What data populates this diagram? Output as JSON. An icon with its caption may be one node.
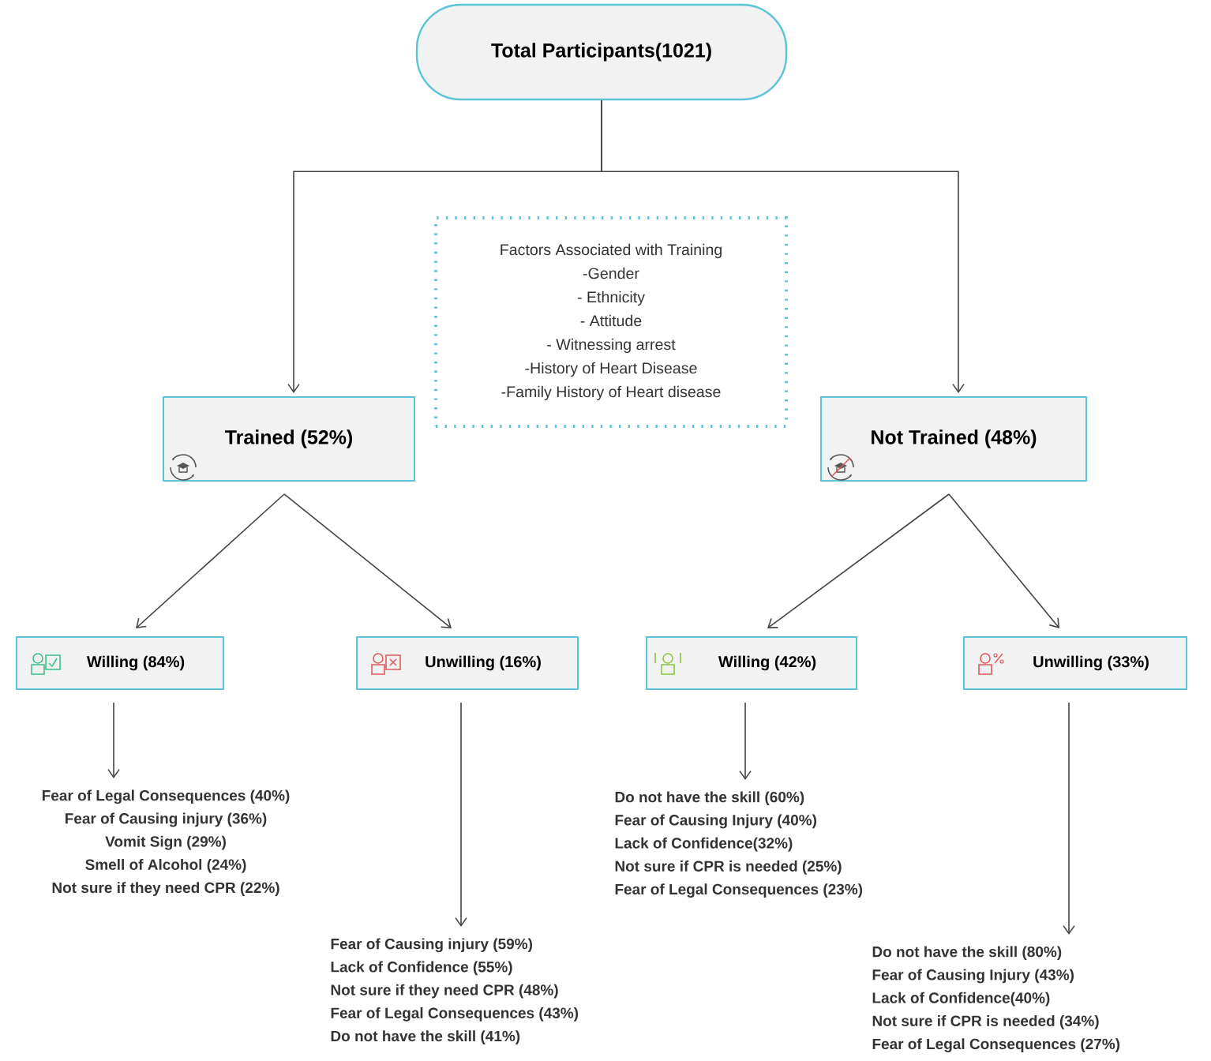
{
  "diagram": {
    "nodes": [
      {
        "text": [
          "Total Participants(1021)"
        ]
      },
      {
        "text": [
          "Factors Associated with Training",
          "-Gender",
          "- Ethnicity",
          "- Attitude",
          "- Witnessing arrest",
          "-History of Heart Disease",
          "-Family History of Heart disease"
        ]
      },
      {
        "text": [
          "Trained (52%)"
        ]
      },
      {
        "text": [
          "Not Trained (48%)"
        ]
      },
      {
        "text": [
          "Willing (84%)"
        ]
      },
      {
        "text": [
          "Unwilling (16%)"
        ]
      },
      {
        "text": [
          "Willing (42%)"
        ]
      },
      {
        "text": [
          "Unwilling (33%)"
        ]
      },
      {
        "text": [
          "Fear of Legal Consequences (40%)",
          "Fear of Causing injury (36%)",
          "Vomit Sign (29%)",
          "Smell of Alcohol (24%)",
          "Not sure if they need CPR (22%)"
        ]
      },
      {
        "text": [
          "Fear of Causing injury (59%)",
          "Lack of Confidence (55%)",
          "Not sure if they need CPR (48%)",
          "Fear of Legal Consequences (43%)",
          "Do not have the skill (41%)"
        ]
      },
      {
        "text": [
          "Do not have the skill (60%)",
          "Fear of Causing Injury (40%)",
          "Lack of Confidence(32%)",
          "Not sure if CPR is needed (25%)",
          "Fear of Legal Consequences (23%)"
        ]
      },
      {
        "text": [
          "Do not have the skill (80%)",
          "Fear of Causing Injury (43%)",
          "Lack of Confidence(40%)",
          "Not sure if CPR is needed (34%)",
          "Fear of Legal Consequences (27%)"
        ]
      }
    ],
    "edges": [
      {
        "from": 0,
        "to": 2,
        "arrow": "to"
      },
      {
        "from": 0,
        "to": 3,
        "arrow": "to"
      },
      {
        "from": 2,
        "to": 4,
        "arrow": "to"
      },
      {
        "from": 2,
        "to": 5,
        "arrow": "to"
      },
      {
        "from": 3,
        "to": 6,
        "arrow": "to"
      },
      {
        "from": 3,
        "to": 7,
        "arrow": "to"
      },
      {
        "from": 4,
        "to": 8,
        "arrow": "to"
      },
      {
        "from": 5,
        "to": 9,
        "arrow": "to"
      },
      {
        "from": 6,
        "to": 10,
        "arrow": "to"
      },
      {
        "from": 7,
        "to": 11,
        "arrow": "to"
      }
    ]
  }
}
